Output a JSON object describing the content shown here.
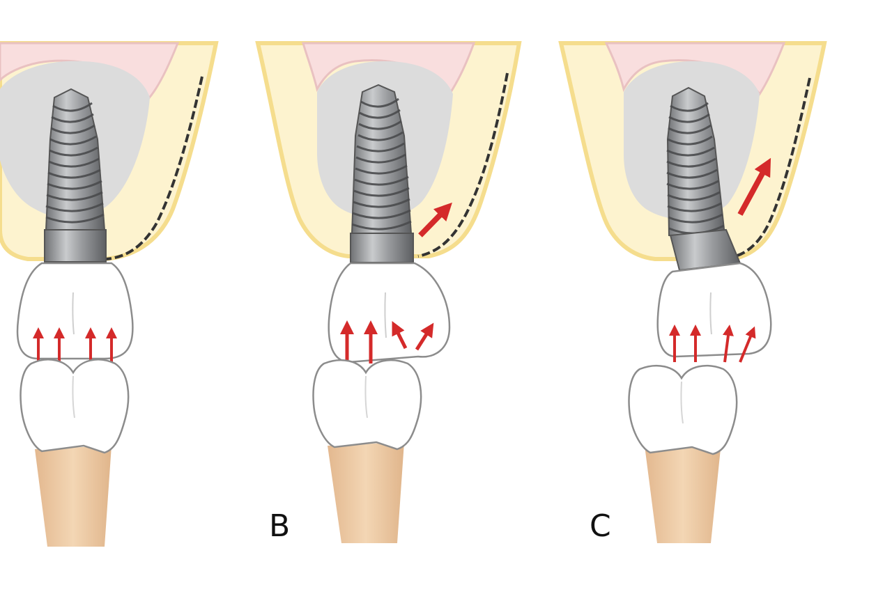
{
  "panels": [
    {
      "id": "A",
      "label": ""
    },
    {
      "id": "B",
      "label": "B"
    },
    {
      "id": "C",
      "label": "C"
    }
  ],
  "colors": {
    "bone": "#fdf3cf",
    "bone_edge": "#f5dd8d",
    "sinus": "#dcdcdc",
    "gum": "#f9dede",
    "tooth": "#ffffff",
    "tooth_outline": "#8c8c8c",
    "root": "#ecc9a3",
    "arrow": "#d42a2a",
    "implant": "#8d8f92",
    "dashed_line": "#333333"
  },
  "icons": {
    "implant": "screw-implant-icon",
    "force_arrow": "arrow-up-icon"
  }
}
